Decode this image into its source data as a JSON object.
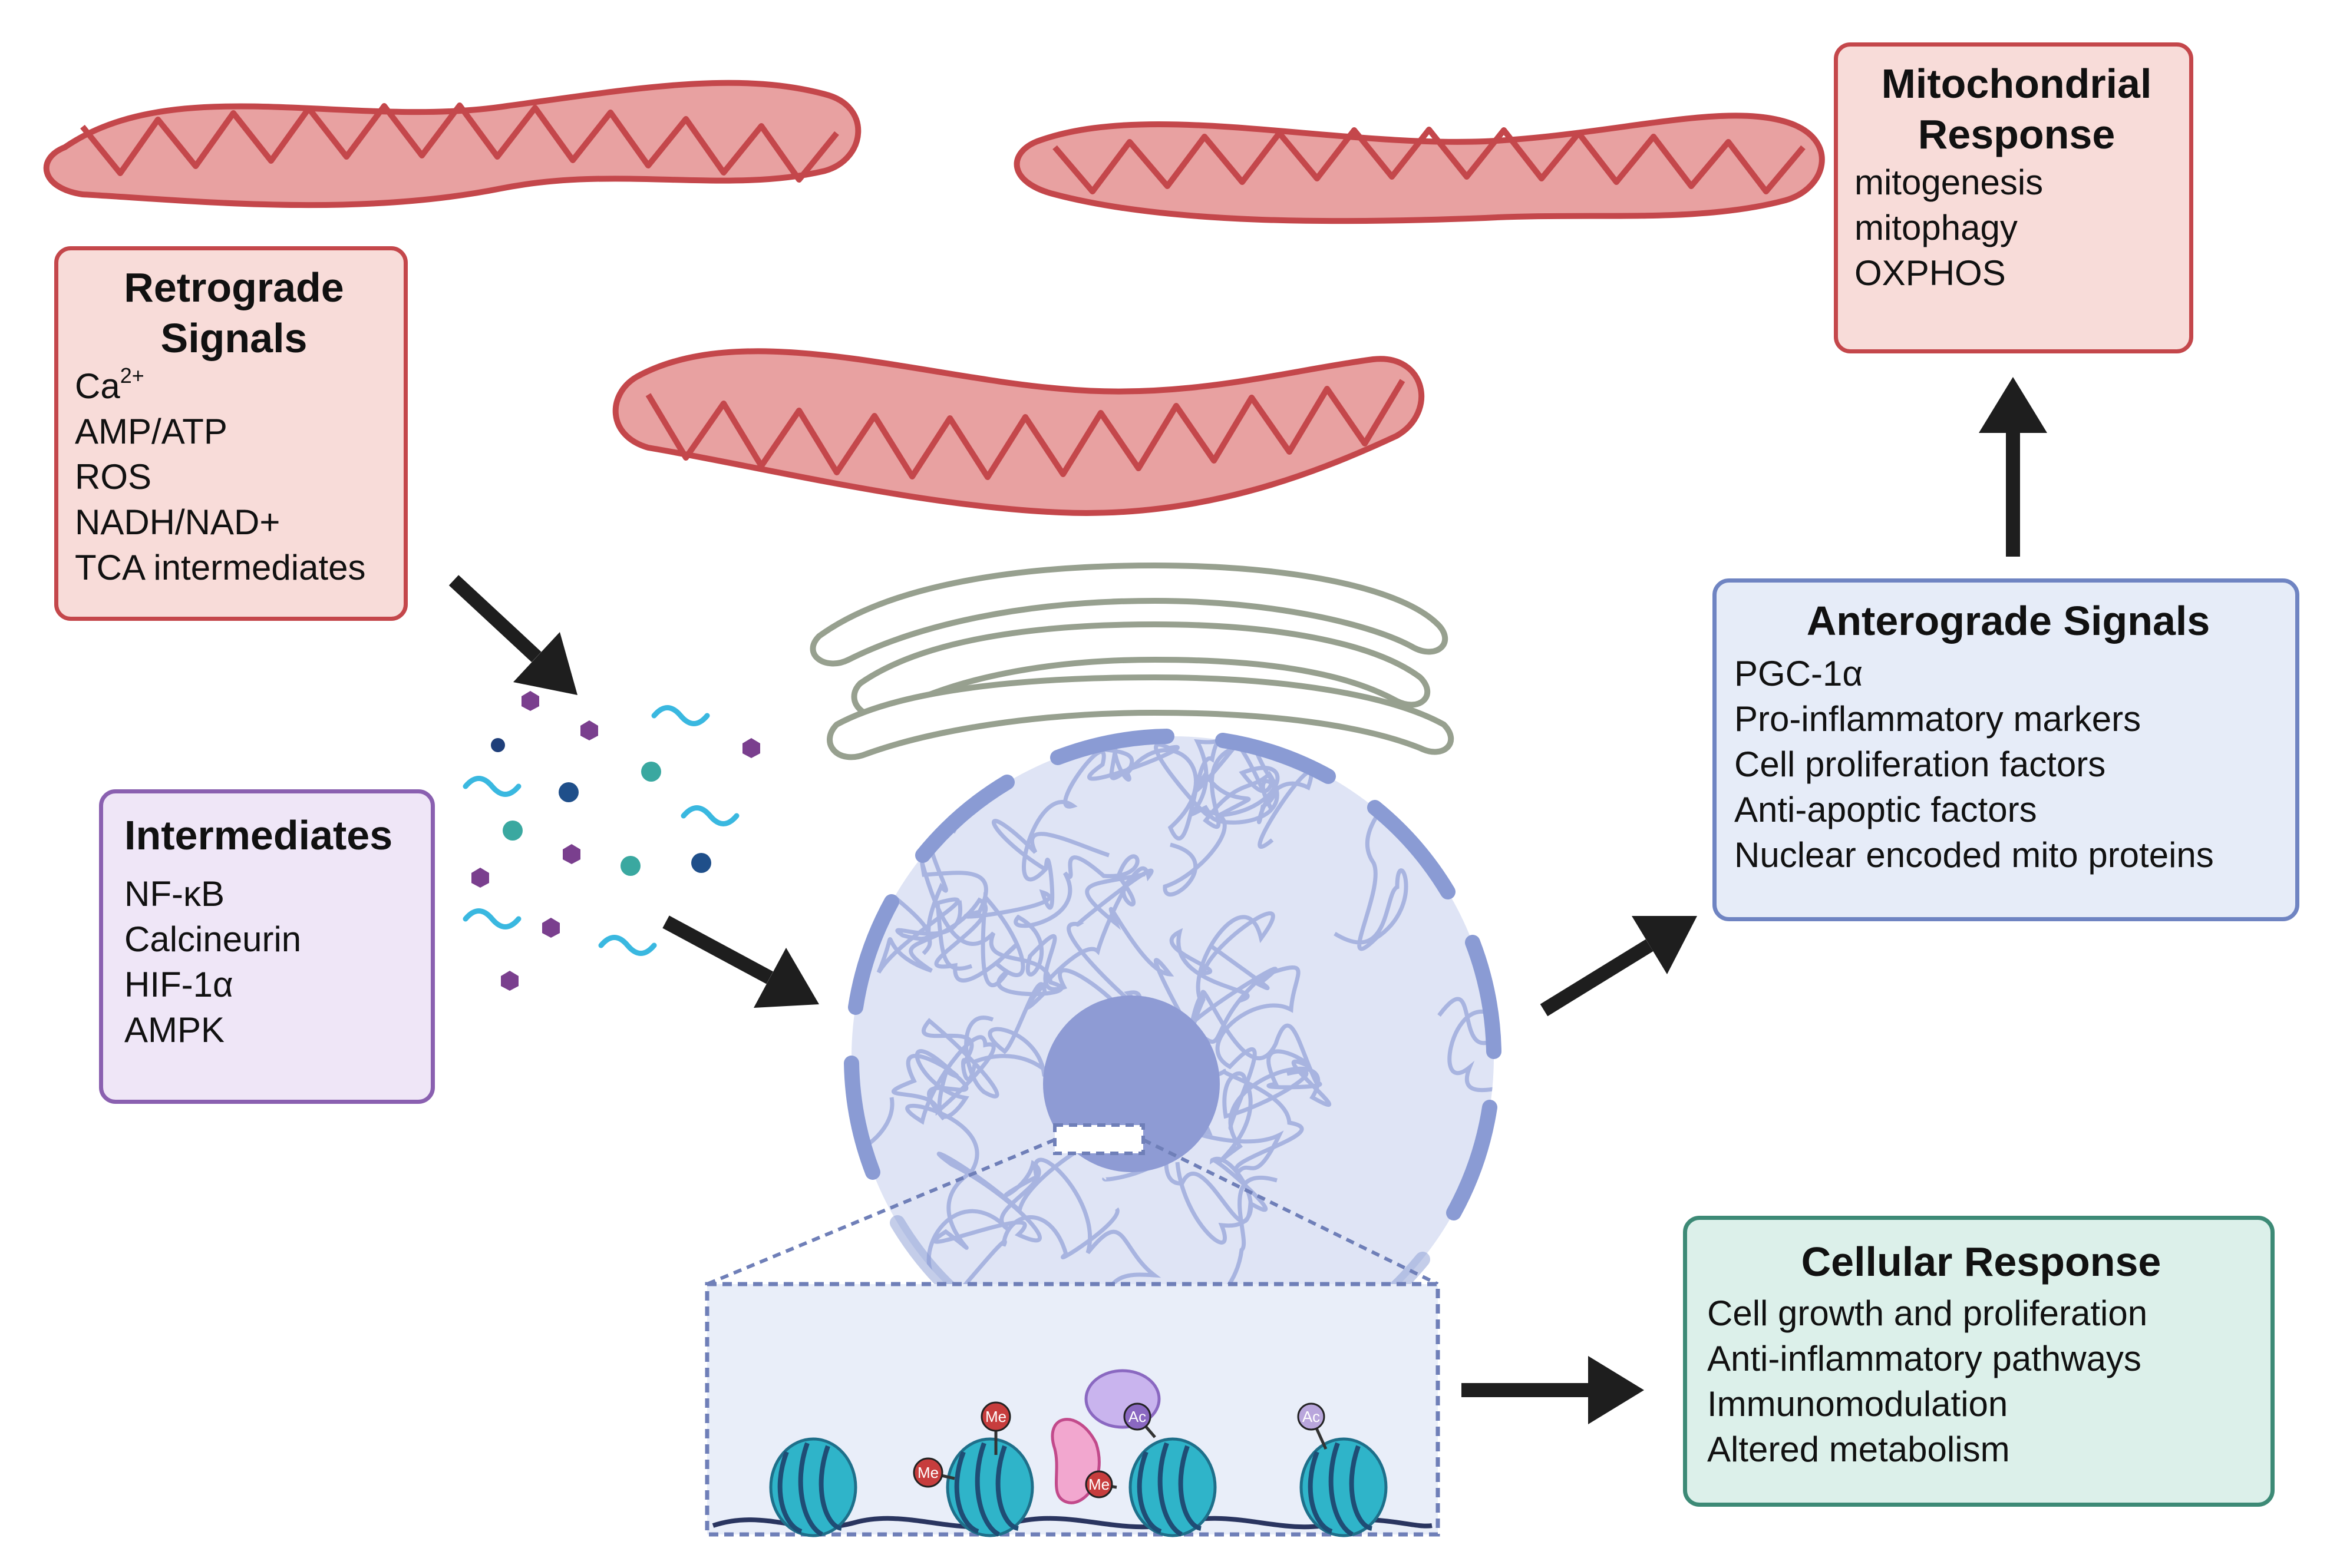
{
  "boxes": {
    "retrograde": {
      "title_line1": "Retrograde",
      "title_line2": "Signals",
      "items": [
        "Ca",
        "AMP/ATP",
        "ROS",
        "NADH/NAD+",
        "TCA intermediates"
      ],
      "ca_superscript": "2+"
    },
    "intermediates": {
      "title": "Intermediates",
      "items": [
        "NF-κB",
        "Calcineurin",
        "HIF-1α",
        "AMPK"
      ]
    },
    "mitochondrial_response": {
      "title_line1": "Mitochondrial",
      "title_line2": "Response",
      "items": [
        "mitogenesis",
        "mitophagy",
        "OXPHOS"
      ]
    },
    "anterograde": {
      "title": "Anterograde Signals",
      "items": [
        "PGC-1α",
        "Pro-inflammatory markers",
        "Cell proliferation factors",
        "Anti-apoptic factors",
        "Nuclear encoded mito proteins"
      ]
    },
    "cellular_response": {
      "title": "Cellular Response",
      "items": [
        "Cell growth and proliferation",
        "Anti-inflammatory pathways",
        "Immunomodulation",
        "Altered metabolism"
      ]
    }
  },
  "chromatin_marks": {
    "methyl": "Me",
    "acetyl": "Ac"
  },
  "colors": {
    "mitochondria_fill": "#e8a1a1",
    "mitochondria_stroke": "#c4474b",
    "er_stroke": "#97a08f",
    "nucleus_fill": "#dfe4f5",
    "nuclear_envelope": "#8a9bd4",
    "nucleolus": "#8e9bd4",
    "nucleosome": "#2fb4c9",
    "arrow": "#1e1e1e",
    "methyl_mark": "#c73d3d",
    "acetyl_mark": "#8a68c1"
  },
  "icons": [
    "mitochondrion-icon",
    "endoplasmic-reticulum-icon",
    "nucleus-icon",
    "nucleosome-icon",
    "molecule-icon",
    "arrow-icon"
  ]
}
